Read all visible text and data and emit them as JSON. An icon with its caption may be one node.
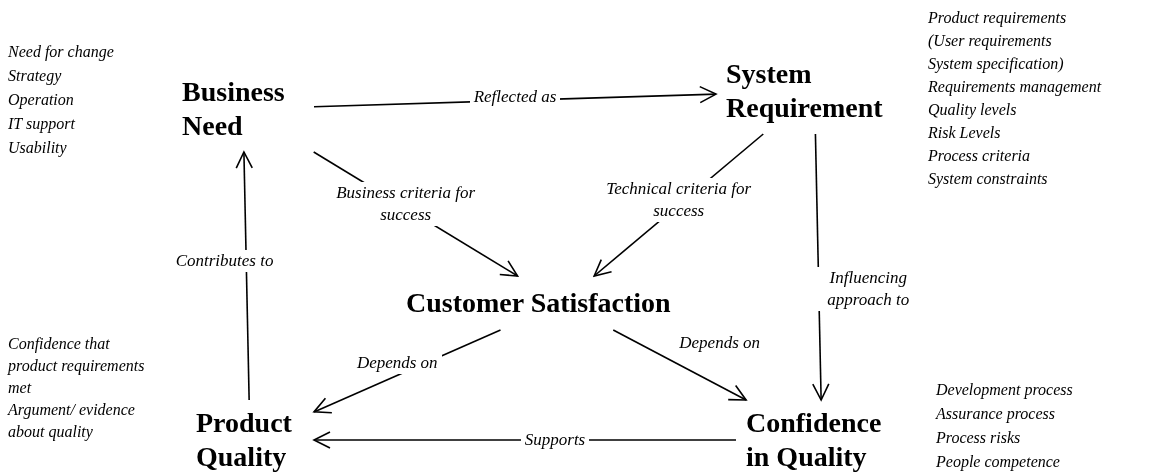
{
  "diagram": {
    "nodes": [
      {
        "text": [
          "Business Need"
        ],
        "beside": [
          "Need for change",
          "Strategy",
          "Operation",
          "IT support",
          "Usability"
        ]
      },
      {
        "text": [
          "System Requirement"
        ],
        "beside": [
          "Product requirements",
          "(User requirements",
          "System specification)",
          "Requirements management",
          "Quality levels",
          "Risk Levels",
          "Process criteria",
          "System constraints"
        ]
      },
      {
        "text": [
          "Customer Satisfaction"
        ]
      },
      {
        "text": [
          "Product Quality"
        ],
        "beside": [
          "Confidence that product requirements met",
          "Argument/ evidence about quality"
        ]
      },
      {
        "text": [
          "Confidence in Quality"
        ],
        "beside": [
          "Development process",
          "Assurance process",
          "Process risks",
          "People competence"
        ]
      }
    ],
    "edges": [
      {
        "from": 0,
        "to": 1,
        "arrow": "to",
        "label": "Reflected as"
      },
      {
        "from": 0,
        "to": 2,
        "arrow": "to",
        "label": "Business criteria for success"
      },
      {
        "from": 1,
        "to": 2,
        "arrow": "to",
        "label": "Technical criteria for success"
      },
      {
        "from": 1,
        "to": 4,
        "arrow": "to",
        "label": "Influencing approach to"
      },
      {
        "from": 2,
        "to": 3,
        "arrow": "to",
        "label": "Depends on"
      },
      {
        "from": 2,
        "to": 4,
        "arrow": "to",
        "label": "Depends on"
      },
      {
        "from": 4,
        "to": 3,
        "arrow": "to",
        "label": "Supports"
      },
      {
        "from": 3,
        "to": 0,
        "arrow": "to",
        "label": "Contributes to"
      }
    ]
  }
}
